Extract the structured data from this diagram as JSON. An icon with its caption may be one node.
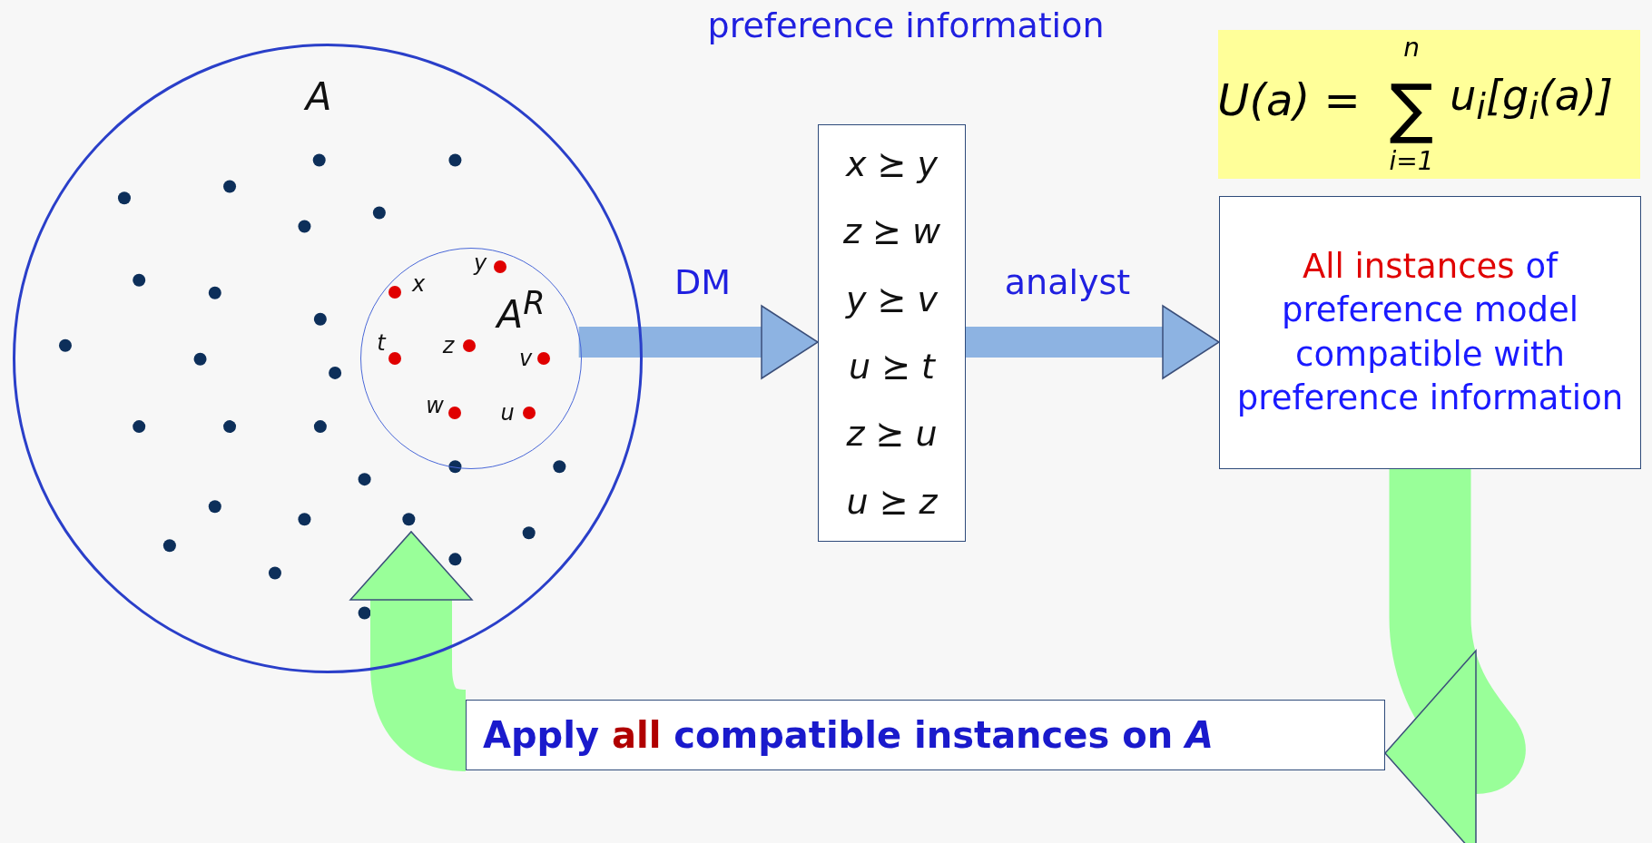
{
  "diagram": {
    "nodes": [
      {
        "text": [
          "A"
        ]
      },
      {
        "text": [
          "A$^{R}$"
        ],
        "in": 0
      },
      {
        "text": [
          "x ⪰ y",
          "z ⪰ w",
          "y ⪰ v",
          "u ⪰ t",
          "z ⪰ u",
          "u ⪰ z"
        ]
      },
      {
        "text": [
          "U(a) =",
          "n",
          "∑",
          "i=1",
          "u$_{i}$[g$_{i}$(a)]"
        ]
      },
      {
        "text": [
          "All instances",
          "of preference model compatible with preference information"
        ]
      },
      {
        "text": [
          "Apply",
          "all",
          "compatible instances on *A*"
        ]
      }
    ],
    "edges": [
      {
        "from": 1,
        "to": 2,
        "arrow": "to",
        "label": "DM",
        "color": "#8db3e2"
      },
      {
        "from": 2,
        "to": 4,
        "arrow": "to",
        "label": "analyst",
        "color": "#8db3e2"
      },
      {
        "from": 4,
        "to": 5,
        "arrow": "to",
        "style": "thick",
        "color": "#99ff99"
      },
      {
        "from": 5,
        "to": 0,
        "arrow": "to",
        "style": "thick",
        "color": "#99ff99"
      }
    ],
    "labels": [
      "preference information",
      "y",
      "x",
      "t",
      "z",
      "v",
      "w",
      "u"
    ]
  }
}
